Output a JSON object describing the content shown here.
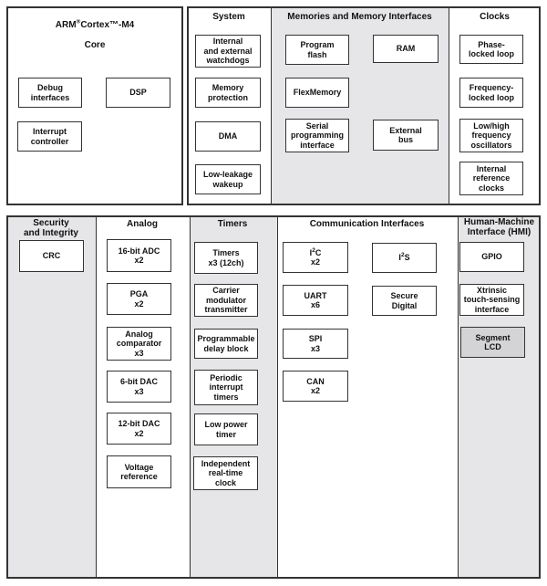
{
  "colors": {
    "section_gray": "#e6e6e8",
    "box_fill": "#ffffff",
    "lcd_fill": "#d4d4d6",
    "line": "#333333",
    "text": "#111111",
    "background": "#ffffff"
  },
  "sections": {
    "core": {
      "title": {
        "t1": "ARM",
        "reg": "®",
        "t2": "Cortex™-M4",
        "line2": "Core"
      },
      "boxes": {
        "debug": {
          "lines": [
            "Debug",
            "interfaces"
          ]
        },
        "dsp": {
          "lines": [
            "DSP"
          ]
        },
        "interrupt": {
          "lines": [
            "Interrupt",
            "controller"
          ]
        }
      }
    },
    "system": {
      "title": "System",
      "boxes": {
        "watchdogs": {
          "lines": [
            "Internal",
            "and external",
            "watchdogs"
          ]
        },
        "memory_protection": {
          "lines": [
            "Memory",
            "protection"
          ]
        },
        "dma": {
          "lines": [
            "DMA"
          ]
        },
        "llw": {
          "lines": [
            "Low-leakage",
            "wakeup"
          ]
        }
      }
    },
    "memories": {
      "title": "Memories and Memory Interfaces",
      "boxes": {
        "program_flash": {
          "lines": [
            "Program",
            "flash"
          ]
        },
        "ram": {
          "lines": [
            "RAM"
          ]
        },
        "flexmemory": {
          "lines": [
            "FlexMemory"
          ]
        },
        "serial_prog": {
          "lines": [
            "Serial",
            "programming",
            "interface"
          ]
        },
        "external_bus": {
          "lines": [
            "External",
            "bus"
          ]
        }
      }
    },
    "clocks": {
      "title": "Clocks",
      "boxes": {
        "pll": {
          "lines": [
            "Phase-",
            "locked loop"
          ]
        },
        "fll": {
          "lines": [
            "Frequency-",
            "locked loop"
          ]
        },
        "osc": {
          "lines": [
            "Low/high",
            "frequency",
            "oscillators"
          ]
        },
        "irc": {
          "lines": [
            "Internal",
            "reference",
            "clocks"
          ]
        }
      }
    },
    "security": {
      "title_lines": [
        "Security",
        "and Integrity"
      ],
      "boxes": {
        "crc": {
          "lines": [
            "CRC"
          ]
        }
      }
    },
    "analog": {
      "title": "Analog",
      "boxes": {
        "adc": {
          "lines": [
            "16-bit ADC",
            "x2"
          ]
        },
        "pga": {
          "lines": [
            "PGA",
            "x2"
          ]
        },
        "cmp": {
          "lines": [
            "Analog",
            "comparator",
            "x3"
          ]
        },
        "dac6": {
          "lines": [
            "6-bit DAC",
            "x3"
          ]
        },
        "dac12": {
          "lines": [
            "12-bit DAC",
            "x2"
          ]
        },
        "vref": {
          "lines": [
            "Voltage",
            "reference"
          ]
        }
      }
    },
    "timers": {
      "title": "Timers",
      "boxes": {
        "timers": {
          "lines": [
            "Timers",
            "x3 (12ch)"
          ]
        },
        "cmt": {
          "lines": [
            "Carrier",
            "modulator",
            "transmitter"
          ]
        },
        "pdb": {
          "lines": [
            "Programmable",
            "delay block"
          ]
        },
        "pit": {
          "lines": [
            "Periodic",
            "interrupt",
            "timers"
          ]
        },
        "lpt": {
          "lines": [
            "Low power",
            "timer"
          ]
        },
        "rtc": {
          "lines": [
            "Independent",
            "real-time",
            "clock"
          ]
        }
      }
    },
    "comm": {
      "title": "Communication Interfaces",
      "boxes": {
        "i2c": {
          "pre": "I",
          "sup": "2",
          "post": "C",
          "line2": "x2"
        },
        "i2s": {
          "pre": "I",
          "sup": "2",
          "post": "S"
        },
        "uart": {
          "lines": [
            "UART",
            "x6"
          ]
        },
        "sd": {
          "lines": [
            "Secure",
            "Digital"
          ]
        },
        "spi": {
          "lines": [
            "SPI",
            "x3"
          ]
        },
        "can": {
          "lines": [
            "CAN",
            "x2"
          ]
        }
      }
    },
    "hmi": {
      "title_lines": [
        "Human-Machine",
        "Interface (HMI)"
      ],
      "boxes": {
        "gpio": {
          "lines": [
            "GPIO"
          ]
        },
        "tss": {
          "lines": [
            "Xtrinsic",
            "touch-sensing",
            "interface"
          ]
        },
        "lcd": {
          "lines": [
            "Segment",
            "LCD"
          ]
        }
      }
    }
  }
}
